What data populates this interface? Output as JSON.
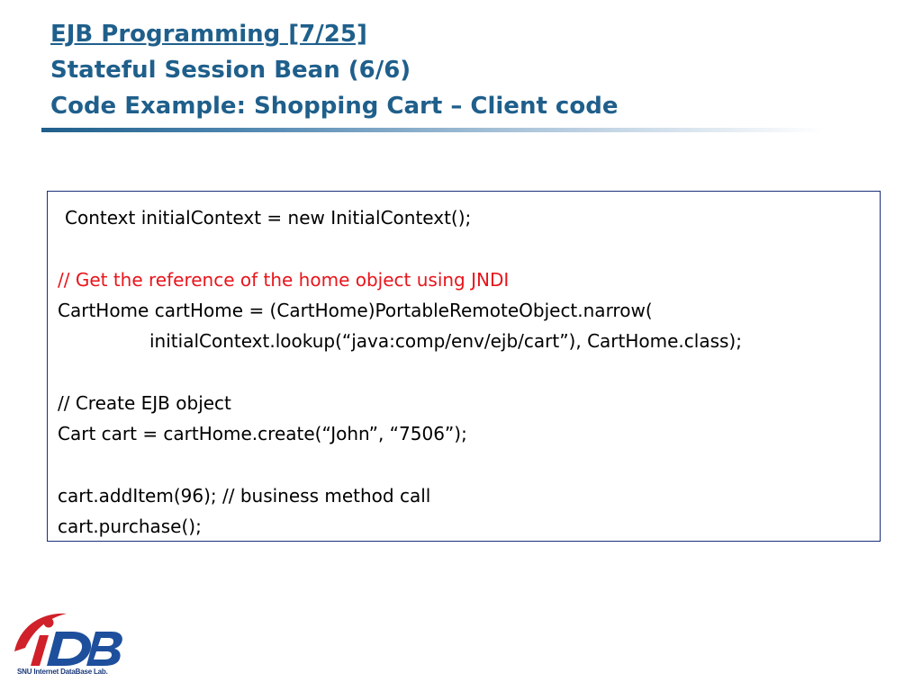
{
  "title": {
    "line1": "EJB Programming [7/25]",
    "line2": "Stateful Session Bean (6/6)",
    "line3": "Code Example: Shopping Cart – Client code"
  },
  "code": {
    "line01": "Context initialContext = new InitialContext();",
    "line02": "",
    "line03": "// Get the reference of the home object using JNDI",
    "line04": "CartHome cartHome = (CartHome)PortableRemoteObject.narrow(",
    "line05": "initialContext.lookup(“java:comp/env/ejb/cart”), CartHome.class);",
    "line06": "",
    "line07": "// Create EJB object",
    "line08": "Cart cart = cartHome.create(“John”, “7506”);",
    "line09": "",
    "line10": "cart.addItem(96); // business method call",
    "line11": "cart.purchase();"
  },
  "logo": {
    "caption": "SNU Internet DataBase Lab.",
    "mark_letters": "iDB",
    "colors": {
      "red": "#d0202a",
      "blue": "#1e4f9c"
    }
  },
  "colors": {
    "title": "#1f5f8b",
    "comment_red": "#e8141b",
    "box_border": "#1a2f7a"
  }
}
